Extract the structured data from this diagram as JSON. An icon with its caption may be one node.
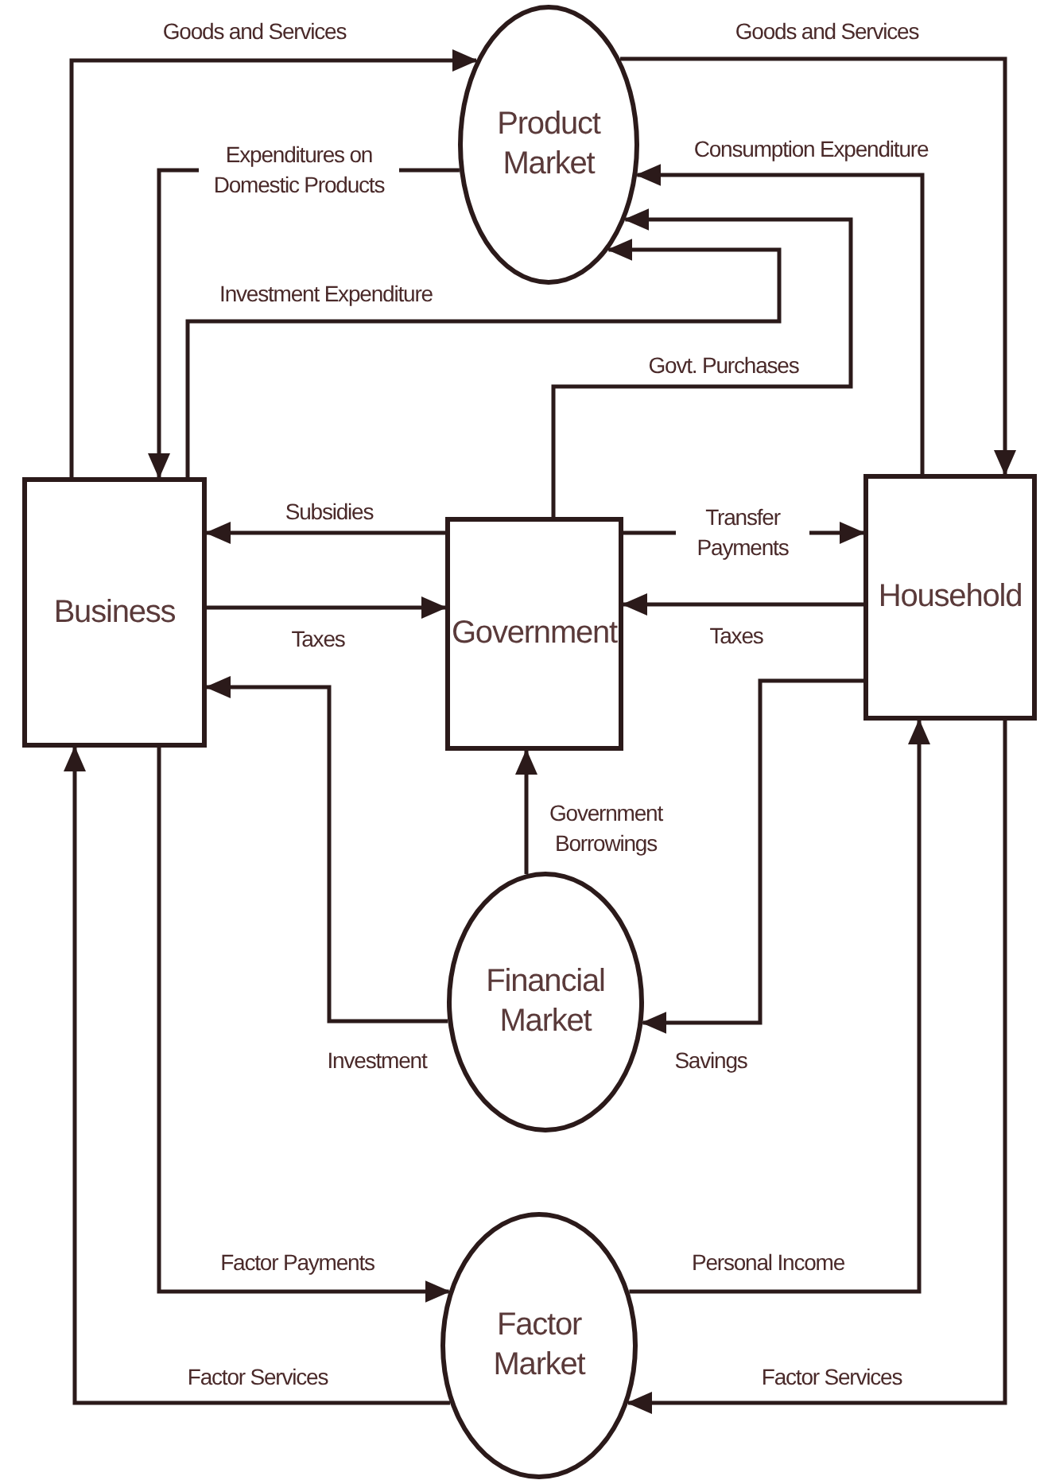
{
  "diagram": {
    "nodes": [
      {
        "text": [
          "Product Market"
        ]
      },
      {
        "text": [
          "Business"
        ]
      },
      {
        "text": [
          "Government"
        ]
      },
      {
        "text": [
          "Household"
        ]
      },
      {
        "text": [
          "Financial Market"
        ]
      },
      {
        "text": [
          "Factor Market"
        ]
      }
    ],
    "edges": [
      {
        "from": 1,
        "to": 0,
        "arrow": "to",
        "label": "Goods and Services"
      },
      {
        "from": 0,
        "to": 3,
        "arrow": "to",
        "label": "Goods and Services"
      },
      {
        "from": 0,
        "to": 1,
        "arrow": "to",
        "label": "Expenditures on Domestic Products"
      },
      {
        "from": 1,
        "to": 0,
        "arrow": "to",
        "label": "Investment Expenditure"
      },
      {
        "from": 2,
        "to": 0,
        "arrow": "to",
        "label": "Govt. Purchases"
      },
      {
        "from": 3,
        "to": 0,
        "arrow": "to",
        "label": "Consumption Expenditure"
      },
      {
        "from": 2,
        "to": 1,
        "arrow": "to",
        "label": "Subsidies"
      },
      {
        "from": 1,
        "to": 2,
        "arrow": "to",
        "label": "Taxes"
      },
      {
        "from": 2,
        "to": 3,
        "arrow": "to",
        "label": "Transfer Payments"
      },
      {
        "from": 3,
        "to": 2,
        "arrow": "to",
        "label": "Taxes"
      },
      {
        "from": 4,
        "to": 1,
        "arrow": "to",
        "label": "Investment"
      },
      {
        "from": 3,
        "to": 4,
        "arrow": "to",
        "label": "Savings"
      },
      {
        "from": 4,
        "to": 2,
        "arrow": "to",
        "label": "Government Borrowings"
      },
      {
        "from": 1,
        "to": 5,
        "arrow": "to",
        "label": "Factor Payments"
      },
      {
        "from": 5,
        "to": 3,
        "arrow": "to",
        "label": "Personal Income"
      },
      {
        "from": 5,
        "to": 1,
        "arrow": "to",
        "label": "Factor Services"
      },
      {
        "from": 3,
        "to": 5,
        "arrow": "to",
        "label": "Factor Services"
      }
    ]
  }
}
